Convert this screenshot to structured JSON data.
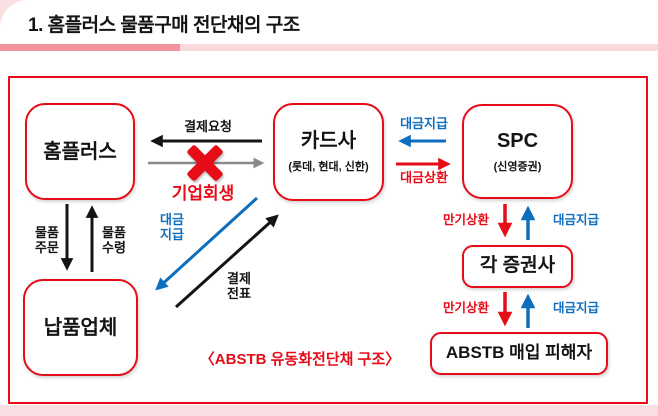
{
  "title": "1. 홈플러스 물품구매 전단채의 구조",
  "nodes": {
    "homeplus": {
      "label": "홈플러스"
    },
    "card": {
      "label": "카드사",
      "sub": "(롯데, 현대, 신한)"
    },
    "spc": {
      "label": "SPC",
      "sub": "(신영증권)"
    },
    "supplier": {
      "label": "납품업체"
    },
    "securities": {
      "label": "각 증권사"
    },
    "victims": {
      "label": "ABSTB 매입 피해자"
    }
  },
  "labels": {
    "payment_request": "결제요청",
    "rehabilitation": "기업회생",
    "payment_to_card": "대금지급",
    "repayment_to_spc": "대금상환",
    "goods_order": "물품\n주문",
    "goods_receipt": "물품\n수령",
    "payment_to_supplier": "대금\n지급",
    "payment_slip": "결제\n전표",
    "maturity_repayment_1": "만기상환",
    "payment_up_1": "대금지급",
    "maturity_repayment_2": "만기상환",
    "payment_up_2": "대금지급",
    "caption": "〈ABSTB 유동화전단채 구조〉"
  },
  "colors": {
    "accent_red": "#e60d18",
    "accent_blue": "#0e6ebe",
    "arrow_gray": "#8a8a8a",
    "arrow_black": "#141414",
    "bar_dark_pink": "#f2949d",
    "bar_light_pink": "#fbdadd",
    "background_pink": "#f9dfe2"
  }
}
